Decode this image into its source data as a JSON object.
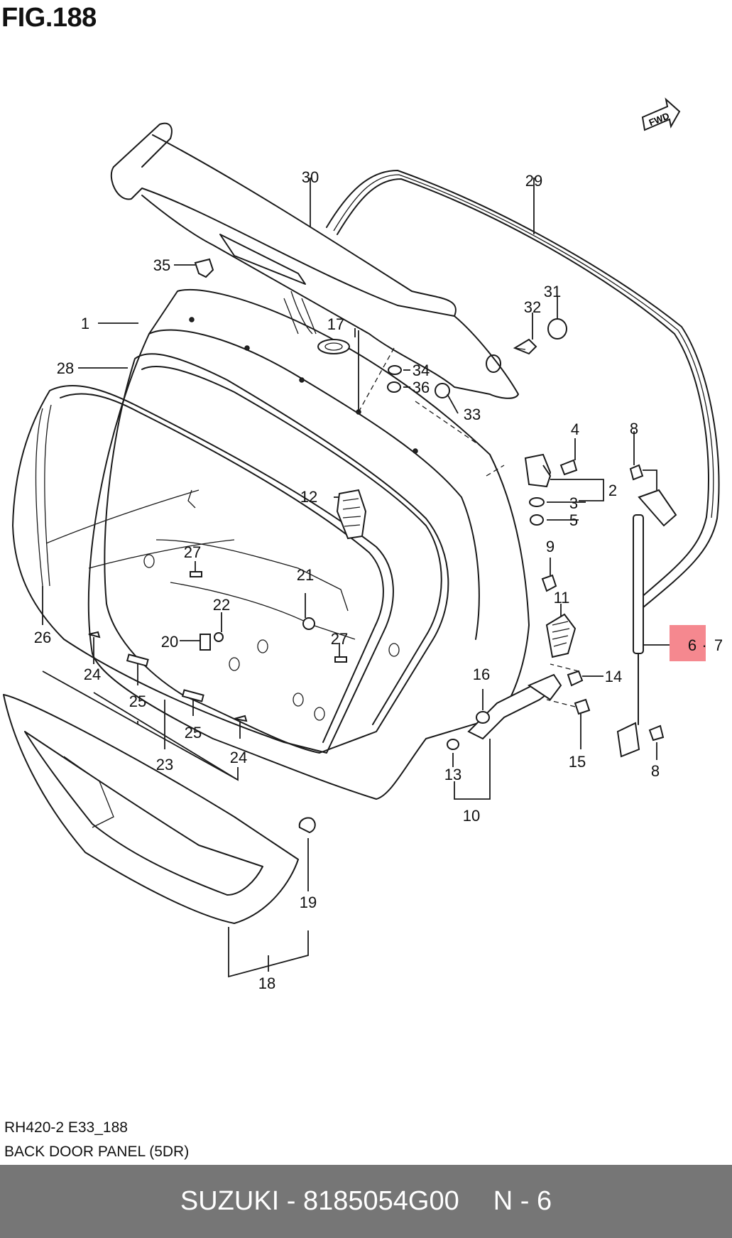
{
  "figure": {
    "title": "FIG.188",
    "fwd_label": "FWD",
    "callouts": {
      "c1": "1",
      "c2": "2",
      "c3": "3",
      "c4": "4",
      "c5": "5",
      "c6": "6",
      "c7": "7",
      "c8a": "8",
      "c8b": "8",
      "c9": "9",
      "c10": "10",
      "c11": "11",
      "c12": "12",
      "c13": "13",
      "c14": "14",
      "c15": "15",
      "c16": "16",
      "c17": "17",
      "c18": "18",
      "c19": "19",
      "c20": "20",
      "c21": "21",
      "c22": "22",
      "c23": "23",
      "c24a": "24",
      "c24b": "24",
      "c25a": "25",
      "c25b": "25",
      "c26": "26",
      "c27a": "27",
      "c27b": "27",
      "c28": "28",
      "c29": "29",
      "c30": "30",
      "c31": "31",
      "c32": "32",
      "c33": "33",
      "c34": "34",
      "c35": "35",
      "c36": "36"
    },
    "highlight_color": "#f5888f"
  },
  "meta": {
    "code": "RH420-2 E33_188",
    "description": "BACK DOOR PANEL (5DR)"
  },
  "footer": {
    "brand_part": "SUZUKI - 8185054G00",
    "position": "N - 6",
    "background": "#767676"
  }
}
